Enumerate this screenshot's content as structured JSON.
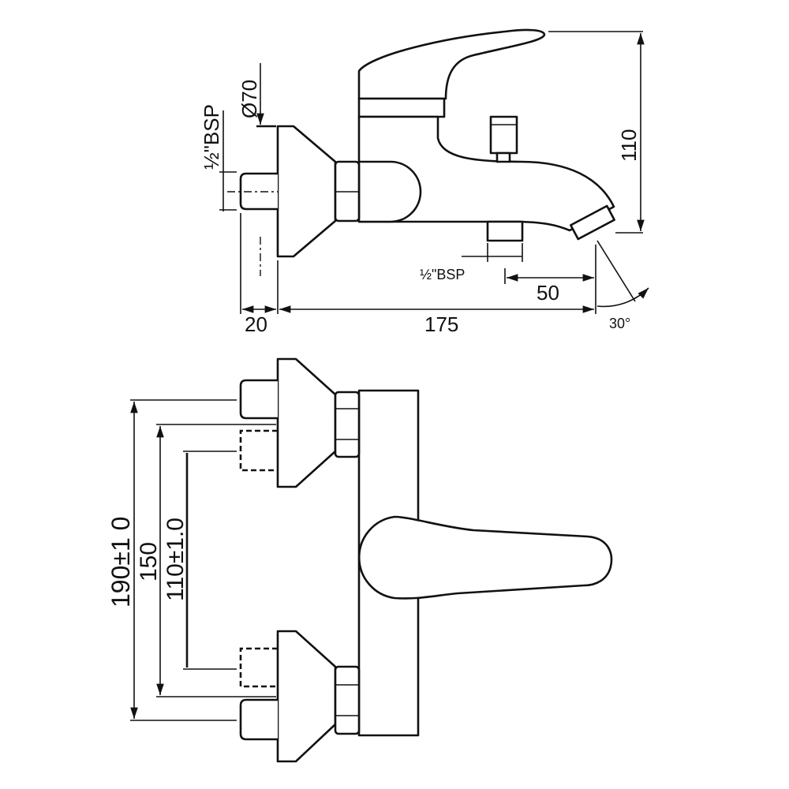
{
  "side_view": {
    "dim_diameter": "Ø70",
    "dim_inlet_thread": "½\"BSP",
    "dim_outlet_thread": "½\"BSP",
    "dim_height": "110",
    "dim_wall_offset": "20",
    "dim_projection": "175",
    "dim_spout": "50",
    "dim_angle": "30°"
  },
  "front_view": {
    "dim_max_centres": "190±1 0",
    "dim_nominal_centres": "150",
    "dim_min_centres": "110±1.0"
  },
  "colors": {
    "line": "#111111",
    "background": "#ffffff"
  }
}
